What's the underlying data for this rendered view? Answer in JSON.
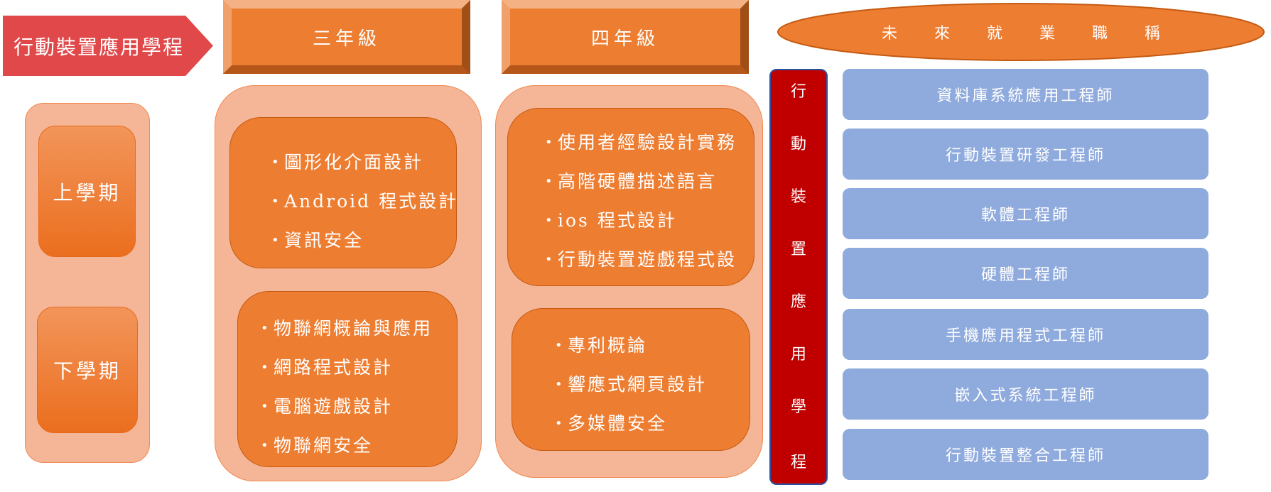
{
  "title_arrow": {
    "label": "行動裝置應用學程"
  },
  "years": [
    {
      "label": "三年級"
    },
    {
      "label": "四年級"
    }
  ],
  "future_header": {
    "label": "未來就業職稱"
  },
  "semesters": {
    "upper": "上學期",
    "lower": "下學期"
  },
  "courses": {
    "year3": {
      "upper": [
        "圖形化介面設計",
        "Android 程式設計",
        "資訊安全"
      ],
      "lower": [
        "物聯網概論與應用",
        "網路程式設計",
        "電腦遊戲設計",
        "物聯網安全"
      ]
    },
    "year4": {
      "upper": [
        "使用者經驗設計實務",
        "高階硬體描述語言",
        "ios 程式設計",
        "行動裝置遊戲程式設"
      ],
      "lower": [
        "專利概論",
        "響應式網頁設計",
        "多媒體安全"
      ]
    }
  },
  "program_vertical": [
    "行",
    "動",
    "裝",
    "置",
    "應",
    "用",
    "學",
    "程"
  ],
  "jobs": [
    "資料庫系統應用工程師",
    "行動裝置研發工程師",
    "軟體工程師",
    "硬體工程師",
    "手機應用程式工程師",
    "嵌入式系統工程師",
    "行動裝置整合工程師"
  ],
  "colors": {
    "orange": "#ED7D31",
    "light_orange": "#F5B597",
    "arrow_red": "#E0484A",
    "dark_red": "#C00000",
    "job_blue": "#8FAADC"
  }
}
